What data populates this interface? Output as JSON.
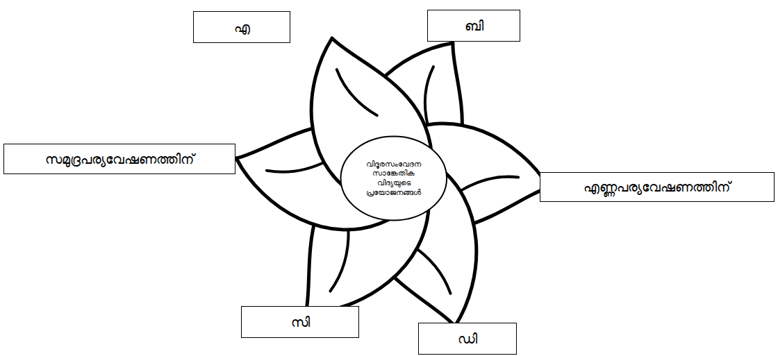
{
  "diagram": {
    "nodes": [
      {
        "text": [
          "എ"
        ]
      },
      {
        "text": [
          "ബി"
        ]
      },
      {
        "text": [
          "സമുദ്രപര്യവേഷണത്തിന്"
        ]
      },
      {
        "text": [
          "വിദൂരസംവേദന സാങ്കേതിക വിദ്യയുടെ പ്രയോജനങ്ങൾ"
        ]
      },
      {
        "text": [
          "എണ്ണപര്യവേഷണത്തിന്"
        ]
      },
      {
        "text": [
          "സി"
        ]
      },
      {
        "text": [
          "ഡി"
        ]
      }
    ]
  }
}
